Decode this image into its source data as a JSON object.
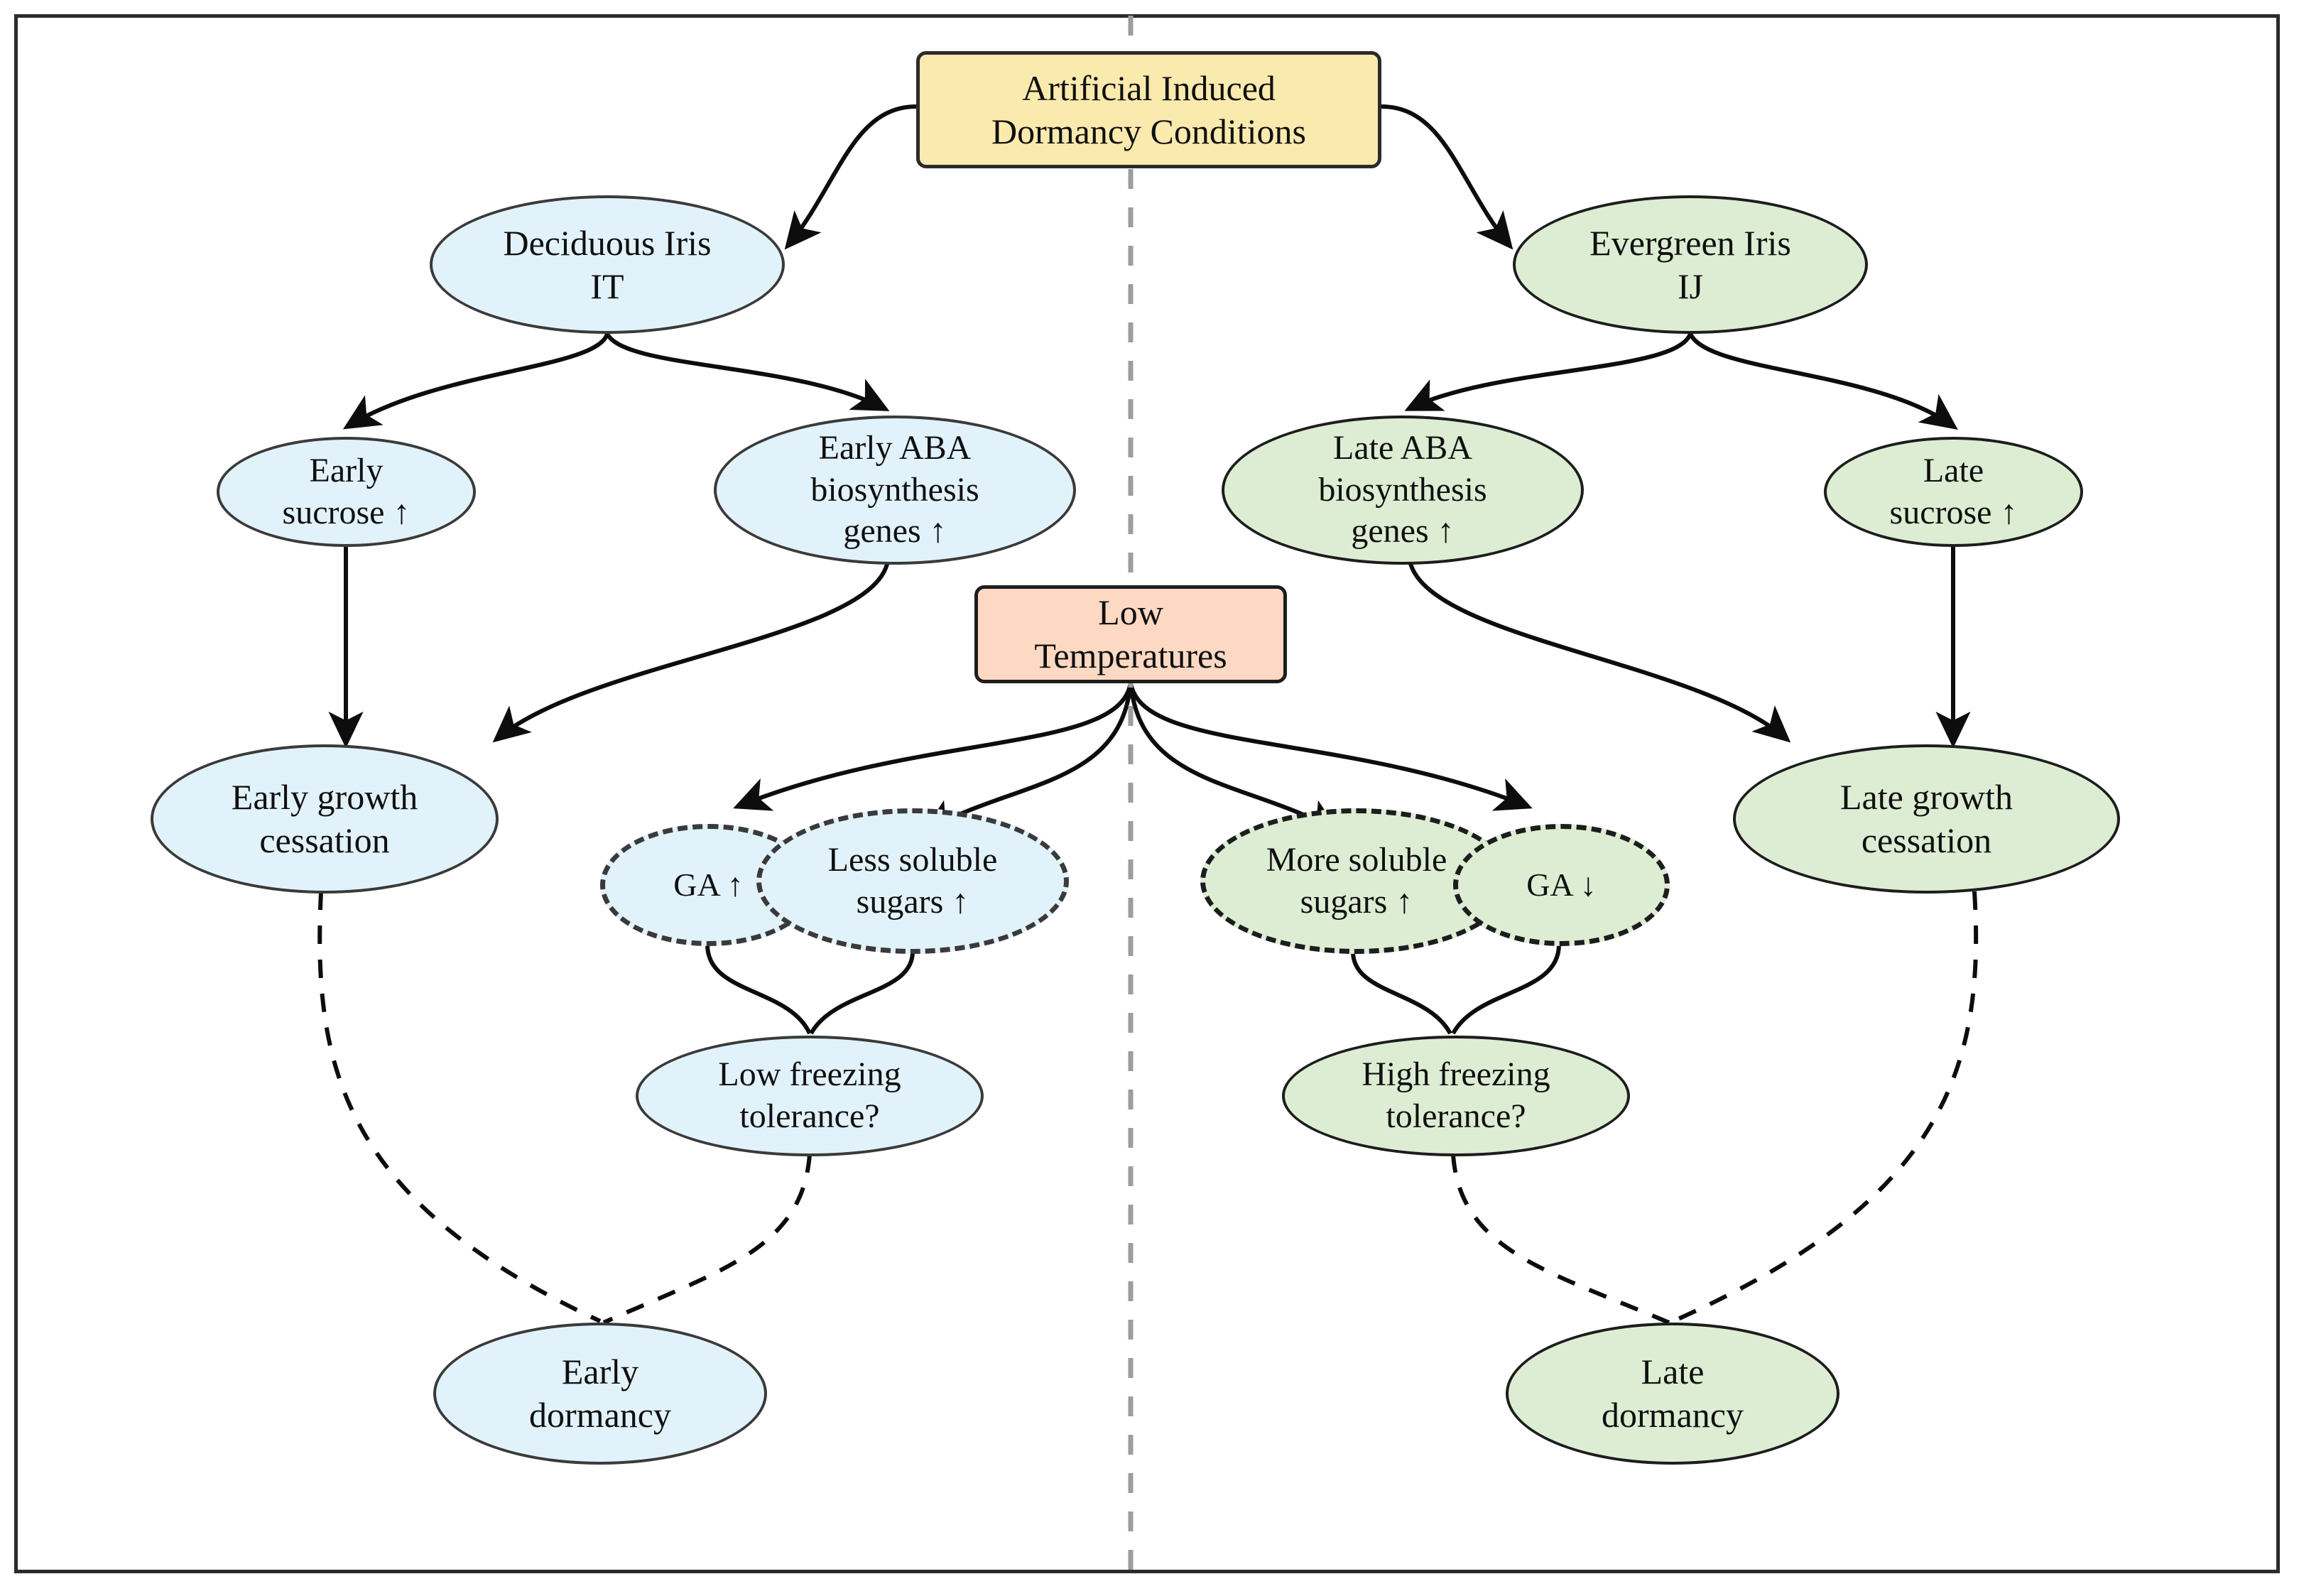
{
  "diagram": {
    "title_node": {
      "id": "induced",
      "label": "Artificial Induced\nDormancy Conditions",
      "shape": "rounded-rect",
      "color": "#fbeaae"
    },
    "stimulus_node": {
      "id": "lowtemp",
      "label": "Low\nTemperatures",
      "shape": "rounded-rect",
      "color": "#fdd9c3"
    },
    "divider": {
      "orientation": "vertical",
      "style": "dashed",
      "color": "#9a9a9a"
    },
    "palette": {
      "deciduous_fill": "#e2f2fb",
      "evergreen_fill": "#dcedd3",
      "induced_fill": "#fbeaae",
      "lowtemp_fill": "#fdd9c3",
      "outline": "#1d1d1d",
      "frame": "#2b2b2b"
    },
    "left_branch": {
      "group": "Deciduous",
      "nodes": [
        {
          "id": "it",
          "line1": "Deciduous Iris",
          "line2": "IT"
        },
        {
          "id": "earlysuc",
          "line1": "Early",
          "line2": "sucrose ↑"
        },
        {
          "id": "earlyaba",
          "line1": "Early ABA",
          "line2": "biosynthesis",
          "line3": "genes ↑"
        },
        {
          "id": "earlygc",
          "line1": "Early growth",
          "line2": "cessation"
        },
        {
          "id": "ga_up",
          "line1": "GA ↑",
          "dashed": true
        },
        {
          "id": "lesssug",
          "line1": "Less soluble",
          "line2": "sugars ↑",
          "dashed": true
        },
        {
          "id": "lowfreeze",
          "line1": "Low freezing",
          "line2": "tolerance?"
        },
        {
          "id": "earlydorm",
          "line1": "Early",
          "line2": "dormancy"
        }
      ]
    },
    "right_branch": {
      "group": "Evergreen",
      "nodes": [
        {
          "id": "ij",
          "line1": "Evergreen Iris",
          "line2": "IJ"
        },
        {
          "id": "lateaba",
          "line1": "Late ABA",
          "line2": "biosynthesis",
          "line3": "genes ↑"
        },
        {
          "id": "latesuc",
          "line1": "Late",
          "line2": "sucrose ↑"
        },
        {
          "id": "lategc",
          "line1": "Late growth",
          "line2": "cessation"
        },
        {
          "id": "moresug",
          "line1": "More soluble",
          "line2": "sugars ↑",
          "dashed": true
        },
        {
          "id": "ga_down",
          "line1": "GA ↓",
          "dashed": true
        },
        {
          "id": "highfreeze",
          "line1": "High freezing",
          "line2": "tolerance?"
        },
        {
          "id": "latedorm",
          "line1": "Late",
          "line2": "dormancy"
        }
      ]
    },
    "edges": [
      {
        "from": "induced",
        "to": "it",
        "style": "solid",
        "arrow": true
      },
      {
        "from": "induced",
        "to": "ij",
        "style": "solid",
        "arrow": true
      },
      {
        "from": "it",
        "to": "earlysuc",
        "style": "solid",
        "arrow": true
      },
      {
        "from": "it",
        "to": "earlyaba",
        "style": "solid",
        "arrow": true
      },
      {
        "from": "ij",
        "to": "lateaba",
        "style": "solid",
        "arrow": true
      },
      {
        "from": "ij",
        "to": "latesuc",
        "style": "solid",
        "arrow": true
      },
      {
        "from": "earlysuc",
        "to": "earlygc",
        "style": "solid",
        "arrow": true
      },
      {
        "from": "earlyaba",
        "to": "earlygc",
        "style": "solid",
        "arrow": true
      },
      {
        "from": "lateaba",
        "to": "lategc",
        "style": "solid",
        "arrow": true
      },
      {
        "from": "latesuc",
        "to": "lategc",
        "style": "solid",
        "arrow": true
      },
      {
        "from": "lowtemp",
        "to": "ga_up",
        "style": "solid",
        "arrow": true
      },
      {
        "from": "lowtemp",
        "to": "lesssug",
        "style": "solid",
        "arrow": true
      },
      {
        "from": "lowtemp",
        "to": "moresug",
        "style": "solid",
        "arrow": true
      },
      {
        "from": "lowtemp",
        "to": "ga_down",
        "style": "solid",
        "arrow": true
      },
      {
        "from": "ga_up",
        "to": "lowfreeze",
        "style": "solid",
        "arrow": false
      },
      {
        "from": "lesssug",
        "to": "lowfreeze",
        "style": "solid",
        "arrow": false
      },
      {
        "from": "moresug",
        "to": "highfreeze",
        "style": "solid",
        "arrow": false
      },
      {
        "from": "ga_down",
        "to": "highfreeze",
        "style": "solid",
        "arrow": false
      },
      {
        "from": "earlygc",
        "to": "earlydorm",
        "style": "dashed",
        "arrow": false
      },
      {
        "from": "lowfreeze",
        "to": "earlydorm",
        "style": "dashed",
        "arrow": false
      },
      {
        "from": "highfreeze",
        "to": "latedorm",
        "style": "dashed",
        "arrow": false
      },
      {
        "from": "lategc",
        "to": "latedorm",
        "style": "dashed",
        "arrow": false
      }
    ]
  }
}
